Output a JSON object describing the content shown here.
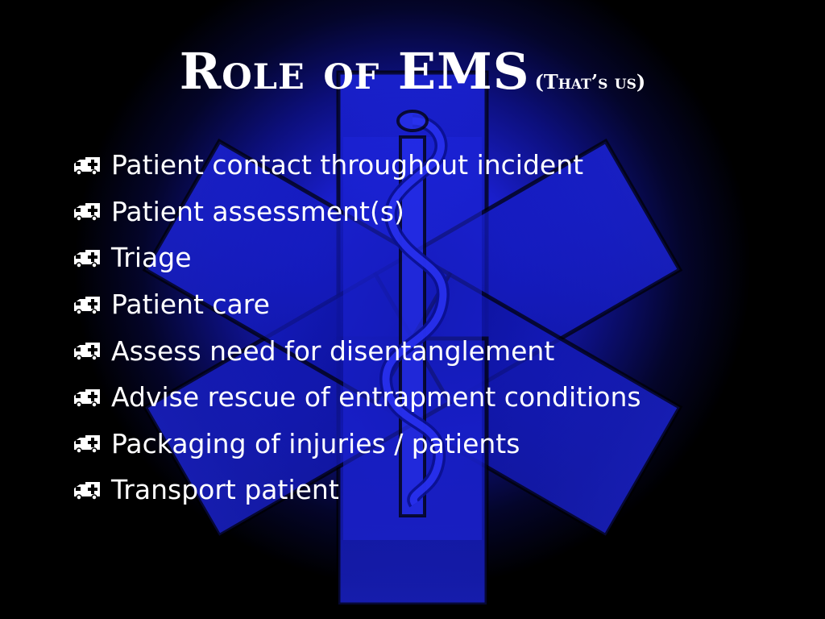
{
  "slide": {
    "title": "Role of EMS",
    "subtitle": "(That’s us)",
    "bullets": [
      "Patient contact throughout incident",
      "Patient assessment(s)",
      "Triage",
      "Patient care",
      "Assess need for disentanglement",
      "Advise rescue of entrapment conditions",
      "Packaging of injuries / patients",
      "Transport patient"
    ],
    "bullet_icon": "ambulance-icon",
    "background_image": "star-of-life-icon",
    "colors": {
      "background_center": "#2b32ff",
      "background_edge": "#000000",
      "text": "#ffffff"
    }
  }
}
